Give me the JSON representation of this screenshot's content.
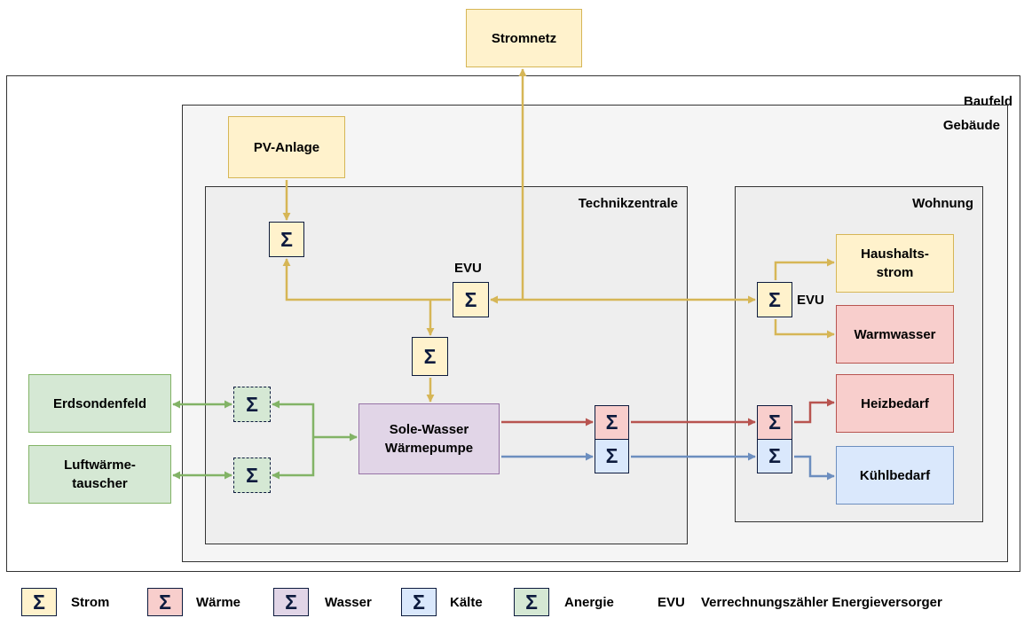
{
  "frames": {
    "baufeld": "Baufeld",
    "gebaeude": "Gebäude",
    "technikzentrale": "Technikzentrale",
    "wohnung": "Wohnung"
  },
  "nodes": {
    "stromnetz": "Stromnetz",
    "pv_anlage": "PV-Anlage",
    "haushaltsstrom_line1": "Haushalts-",
    "haushaltsstrom_line2": "strom",
    "warmwasser": "Warmwasser",
    "heizbedarf": "Heizbedarf",
    "kuehlbedarf": "Kühlbedarf",
    "erdsondenfeld": "Erdsondenfeld",
    "luftwaerme_line1": "Luftwärme-",
    "luftwaerme_line2": "tauscher",
    "waermepumpe_line1": "Sole-Wasser",
    "waermepumpe_line2": "Wärmepumpe"
  },
  "meter_symbol": "Σ",
  "labels": {
    "evu_center": "EVU",
    "evu_wohnung": "EVU"
  },
  "legend": {
    "strom": "Strom",
    "waerme": "Wärme",
    "wasser": "Wasser",
    "kaelte": "Kälte",
    "anergie": "Anergie",
    "evu_abbr": "EVU",
    "evu_desc": "Verrechnungszähler Energieversorger"
  },
  "colors": {
    "strom_line": "#d6b656",
    "waerme_line": "#b85450",
    "kaelte_line": "#6c8ebf",
    "anergie_line": "#82b366",
    "strom_fill": "#fff2cc",
    "waerme_fill": "#f8cecc",
    "wasser_fill": "#e1d5e7",
    "kaelte_fill": "#dae8fc",
    "anergie_fill": "#d5e8d4"
  }
}
